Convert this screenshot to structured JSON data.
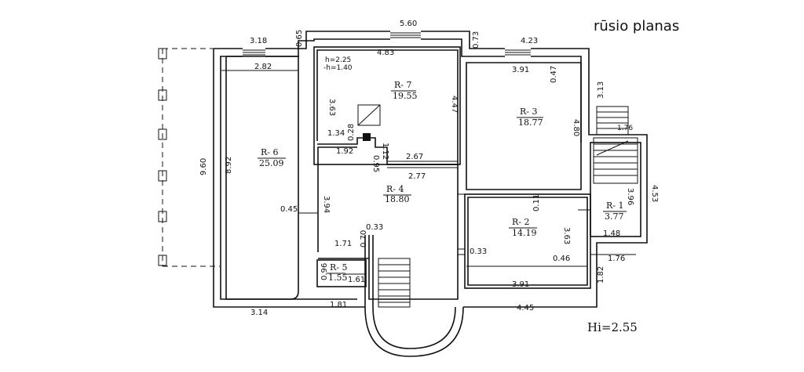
{
  "title": "rūsio planas",
  "height_note": "Hi=2.55",
  "r7_heights": [
    "h=2.25",
    "-h=1.40"
  ],
  "rooms": [
    {
      "name": "R- 7",
      "area": "19.55"
    },
    {
      "name": "R- 3",
      "area": "18.77"
    },
    {
      "name": "R- 6",
      "area": "25.09"
    },
    {
      "name": "R- 4",
      "area": "18.80"
    },
    {
      "name": "R- 2",
      "area": "14.19"
    },
    {
      "name": "R- 1",
      "area": "3.77"
    },
    {
      "name": "R- 5",
      "area": "1.55"
    }
  ],
  "dimensions": [
    "5.60",
    "3.18",
    "0.65",
    "0.73",
    "4.23",
    "4.83",
    "2.82",
    "3.91",
    "0.47",
    "3.13",
    "3.63",
    "4.47",
    "4.80",
    "1.34",
    "0.28",
    "1.76",
    "1.92",
    "1.12",
    "0.95",
    "2.67",
    "9.60",
    "8.92",
    "2.77",
    "3.96",
    "4.53",
    "3.94",
    "0.11",
    "0.45",
    "1.71",
    "0.70",
    "0.33",
    "3.63",
    "1.48",
    "0.33",
    "0.46",
    "1.76",
    "0.96",
    "1.61",
    "1.82",
    "3.91",
    "3.14",
    "1.81",
    "4.45"
  ]
}
